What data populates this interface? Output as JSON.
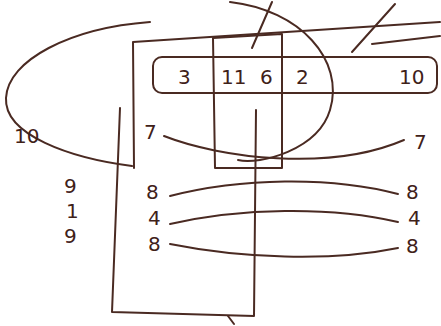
{
  "diagram": {
    "nodes": [
      {
        "text": [
          "3",
          "11",
          "6",
          "2",
          "10"
        ]
      }
    ],
    "labels": [
      "10",
      "7",
      "7",
      "9",
      "1",
      "9",
      "8",
      "4",
      "8",
      "8",
      "4",
      "8"
    ]
  }
}
